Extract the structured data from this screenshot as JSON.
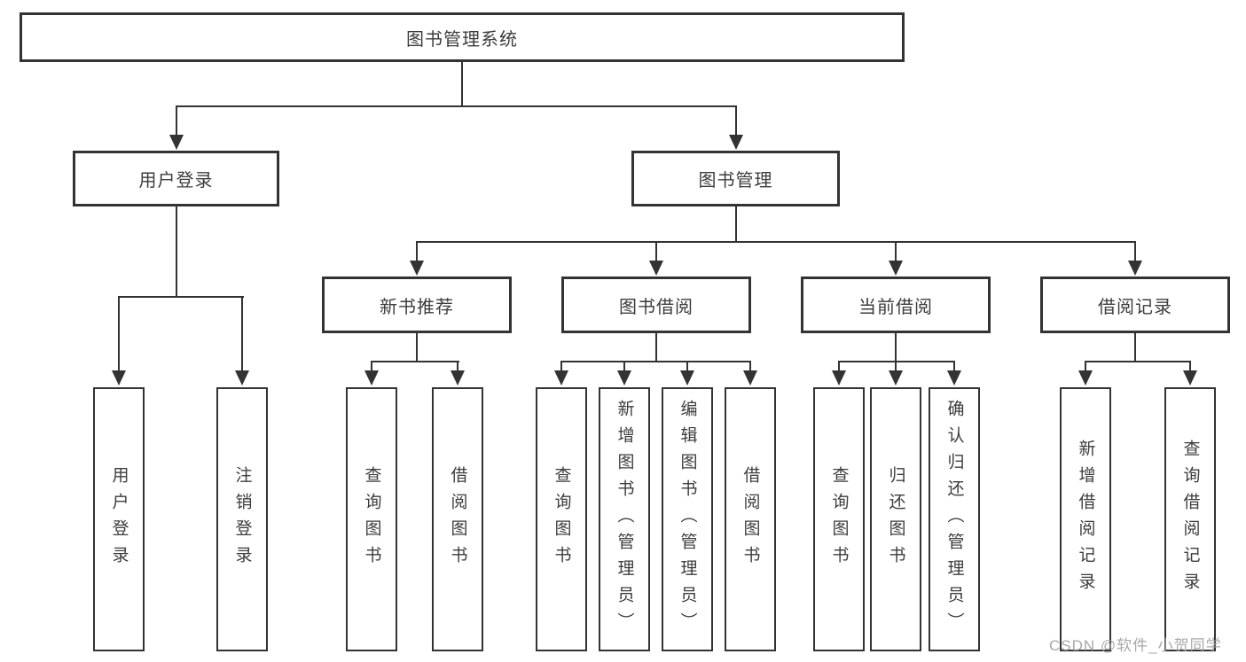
{
  "tree": {
    "root": "图书管理系统",
    "level1": [
      {
        "label": "用户登录",
        "children": [
          "用户登录",
          "注销登录"
        ]
      },
      {
        "label": "图书管理"
      }
    ],
    "level2": [
      {
        "label": "新书推荐",
        "children": [
          "查询图书",
          "借阅图书"
        ]
      },
      {
        "label": "图书借阅",
        "children": [
          "查询图书",
          "新增图书（管理员）",
          "编辑图书（管理员）",
          "借阅图书"
        ]
      },
      {
        "label": "当前借阅",
        "children": [
          "查询图书",
          "归还图书",
          "确认归还（管理员）"
        ]
      },
      {
        "label": "借阅记录",
        "children": [
          "新增借阅记录",
          "查询借阅记录"
        ]
      }
    ]
  },
  "watermark": "CSDN @软件_小贺同学",
  "colors": {
    "line": "#333333",
    "text": "#3c3c3c",
    "watermark": "#9e9e9e",
    "background": "#ffffff"
  }
}
